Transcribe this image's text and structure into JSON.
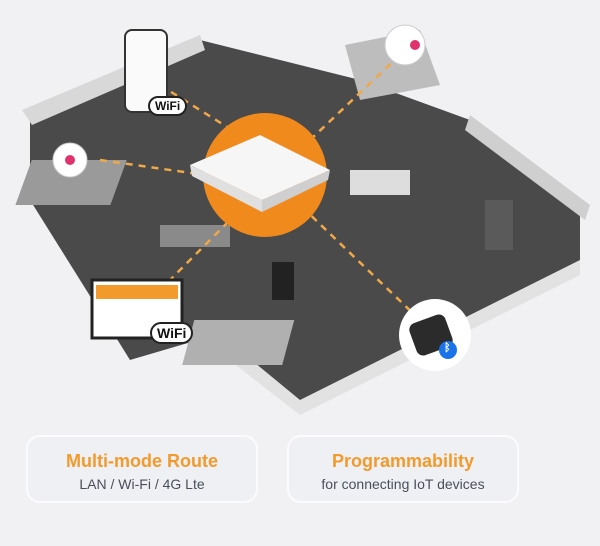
{
  "features": [
    {
      "title": "Multi-mode Route",
      "subtitle": "LAN / Wi-Fi / 4G Lte"
    },
    {
      "title": "Programmability",
      "subtitle": "for connecting IoT devices"
    }
  ],
  "badges": {
    "wifi": "WiFi",
    "bluetooth": "ᛒ"
  },
  "colors": {
    "accent": "#f39a2c",
    "router_glow": "#f08a1c",
    "background": "#f1f1f4"
  }
}
